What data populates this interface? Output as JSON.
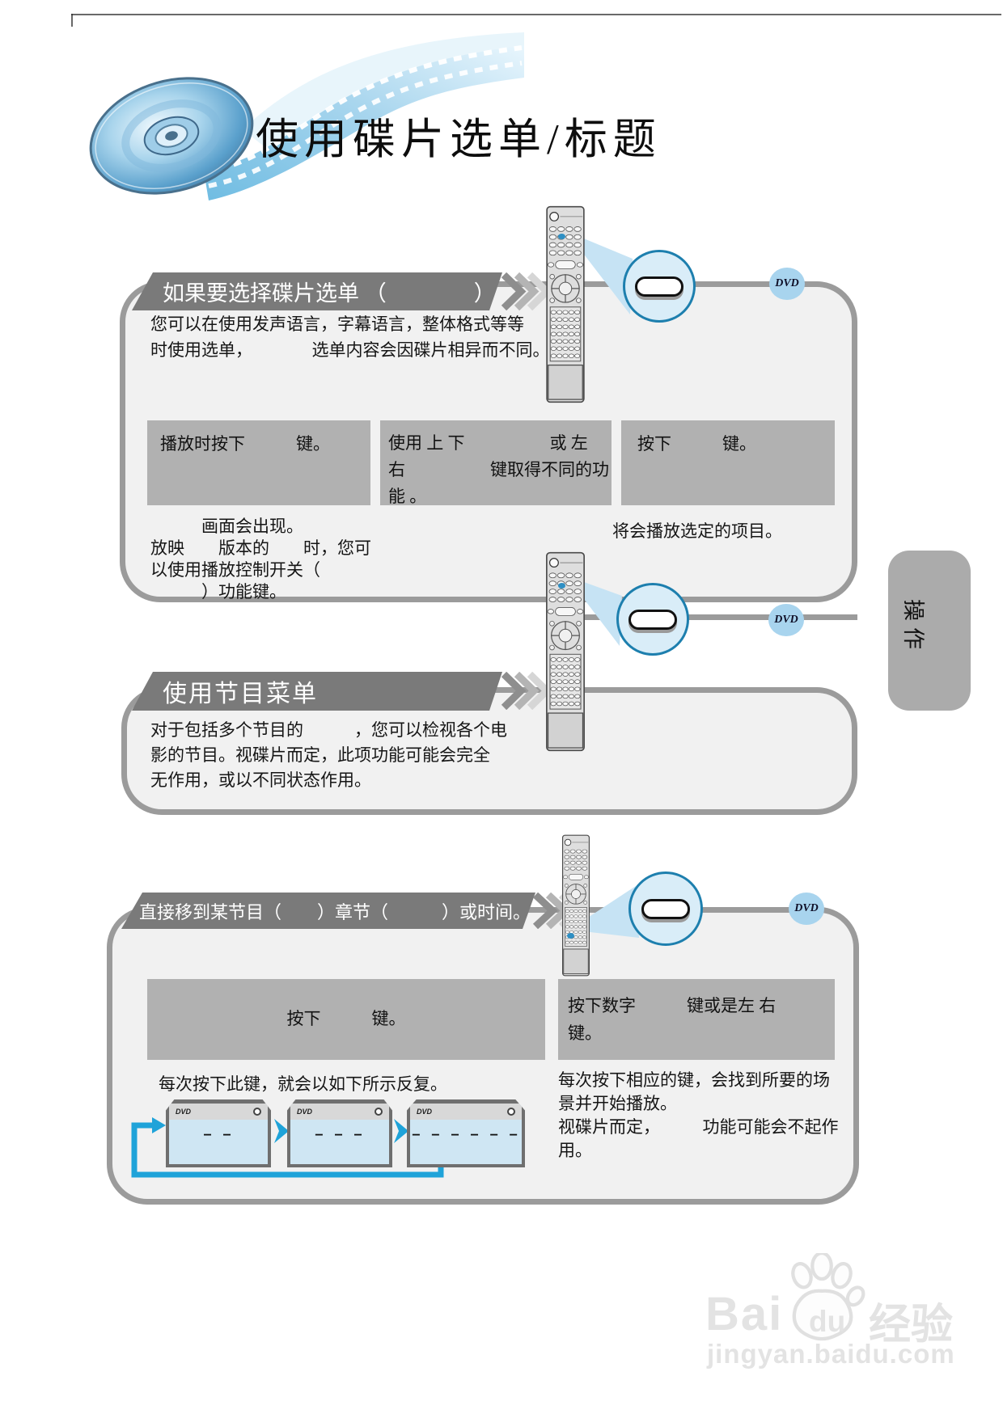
{
  "page": {
    "title": "使用碟片选单/标题",
    "side_tab": "操作"
  },
  "colors": {
    "accent_blue": "#1fa3d9",
    "beam_blue": "#c6e3f4",
    "banner_gray": "#7a7a7a",
    "box_border_gray": "#9b9b9b",
    "box_fill": "#f1f1f1",
    "step_box_gray": "#b1b1b1",
    "badge_blue": "#a8d4ee",
    "callout_fill": "#d9edf8",
    "callout_border": "#1d7fae"
  },
  "sections": [
    {
      "banner": "如果要选择碟片选单 （　　　　）",
      "badge": "DVD",
      "intro": [
        "您可以在使用发声语言，字幕语言，整体格式等等",
        "时使用选单，　　　　选单内容会因碟片相异而不同。"
      ],
      "steps": [
        {
          "lines": [
            "播放时按下　　　键。"
          ]
        },
        {
          "lines": [
            "使用 上 下　　　　　或 左",
            "右　　　　　键取得不同的功",
            "能 。"
          ]
        },
        {
          "lines": [
            "按下　　　键。"
          ]
        }
      ],
      "note_left": [
        "　　　画面会出现。",
        "放映　　版本的　　时，您可",
        "以使用播放控制开关（",
        "　　　）功能键。"
      ],
      "note_right": "将会播放选定的项目。"
    },
    {
      "banner": "使用节目菜单",
      "badge": "DVD",
      "intro": [
        "对于包括多个节目的　　　，您可以检视各个电",
        "影的节目。视碟片而定，此项功能可能会完全",
        "无作用，或以不同状态作用。"
      ]
    },
    {
      "banner": "直接移到某节目（　　）章节（　　　）或时间。",
      "badge": "DVD",
      "steps": [
        {
          "lines": [
            "按下　　　键。"
          ]
        },
        {
          "lines": [
            "按下数字　　　键或是左 右",
            "键。"
          ]
        }
      ],
      "note_left": "每次按下此键，就会以如下所示反复。",
      "note_right": [
        "每次按下相应的键，会找到所要的场",
        "景并开始播放。",
        "视碟片而定，　　　功能可能会不起作",
        "用。"
      ],
      "displays": [
        {
          "logo": "DVD",
          "value": "– –"
        },
        {
          "logo": "DVD",
          "value": "– – –"
        },
        {
          "logo": "DVD",
          "value": "– – – – – –"
        }
      ]
    }
  ],
  "watermark": {
    "part1": "Bai",
    "part2": "du",
    "part3": "经验",
    "url": "jingyan.baidu.com"
  }
}
